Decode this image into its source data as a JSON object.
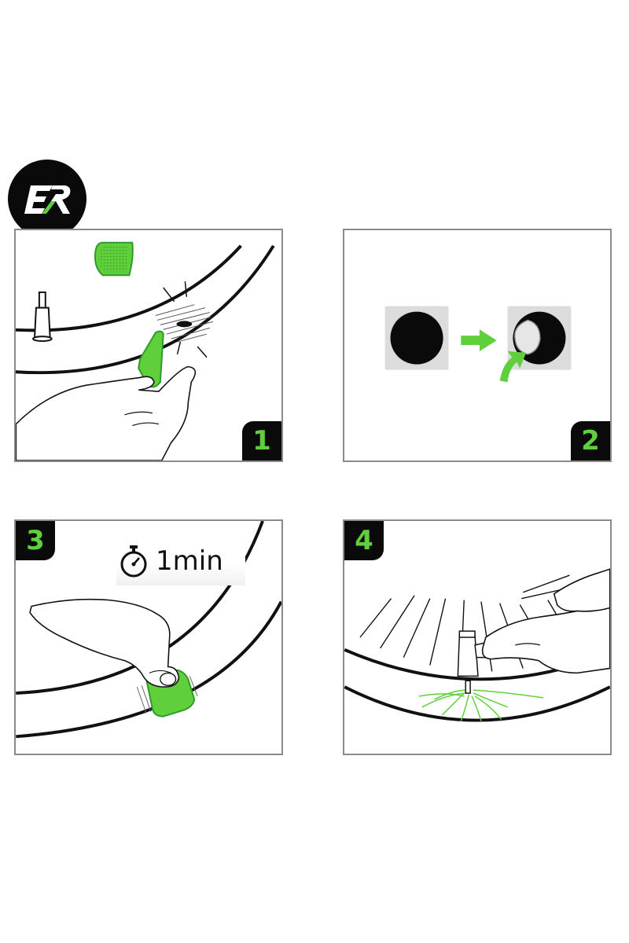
{
  "brand": {
    "logo_icon": "er-monogram-icon",
    "logo_text": "ER"
  },
  "steps": [
    {
      "number": "1",
      "action": "scuff-tube-with-scraper"
    },
    {
      "number": "2",
      "action": "peel-patch-backing"
    },
    {
      "number": "3",
      "action": "press-patch",
      "timer_label": "1min",
      "timer_icon": "stopwatch-icon"
    },
    {
      "number": "4",
      "action": "inflate-tire"
    }
  ],
  "colors": {
    "accent_green": "#5fcf3c",
    "dark_green": "#2e9a2a",
    "ink": "#111111",
    "border": "#8a8a8a",
    "tile": "#dcdcdc"
  }
}
